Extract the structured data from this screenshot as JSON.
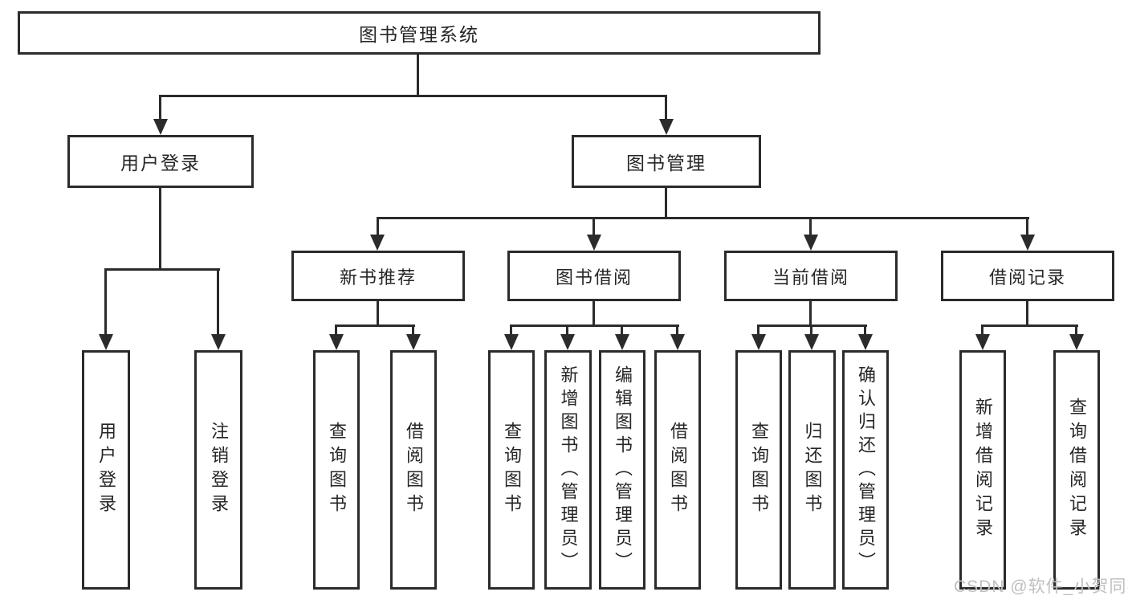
{
  "colors": {
    "line": "#2b2b2b",
    "box_background": "#ffffff",
    "text": "#262626",
    "watermark": "#bfbfbf"
  },
  "watermark": {
    "text": "CSDN @软件_小贺同学"
  },
  "tree": {
    "root": {
      "label": "图书管理系统",
      "children": [
        {
          "label": "用户登录",
          "children": [
            {
              "label": "用户登录"
            },
            {
              "label": "注销登录"
            }
          ]
        },
        {
          "label": "图书管理",
          "children": [
            {
              "label": "新书推荐",
              "children": [
                {
                  "label": "查询图书"
                },
                {
                  "label": "借阅图书"
                }
              ]
            },
            {
              "label": "图书借阅",
              "children": [
                {
                  "label": "查询图书"
                },
                {
                  "label": "新增图书（管理员）"
                },
                {
                  "label": "编辑图书（管理员）"
                },
                {
                  "label": "借阅图书"
                }
              ]
            },
            {
              "label": "当前借阅",
              "children": [
                {
                  "label": "查询图书"
                },
                {
                  "label": "归还图书"
                },
                {
                  "label": "确认归还（管理员）"
                }
              ]
            },
            {
              "label": "借阅记录",
              "children": [
                {
                  "label": "新增借阅记录"
                },
                {
                  "label": "查询借阅记录"
                }
              ]
            }
          ]
        }
      ]
    }
  }
}
